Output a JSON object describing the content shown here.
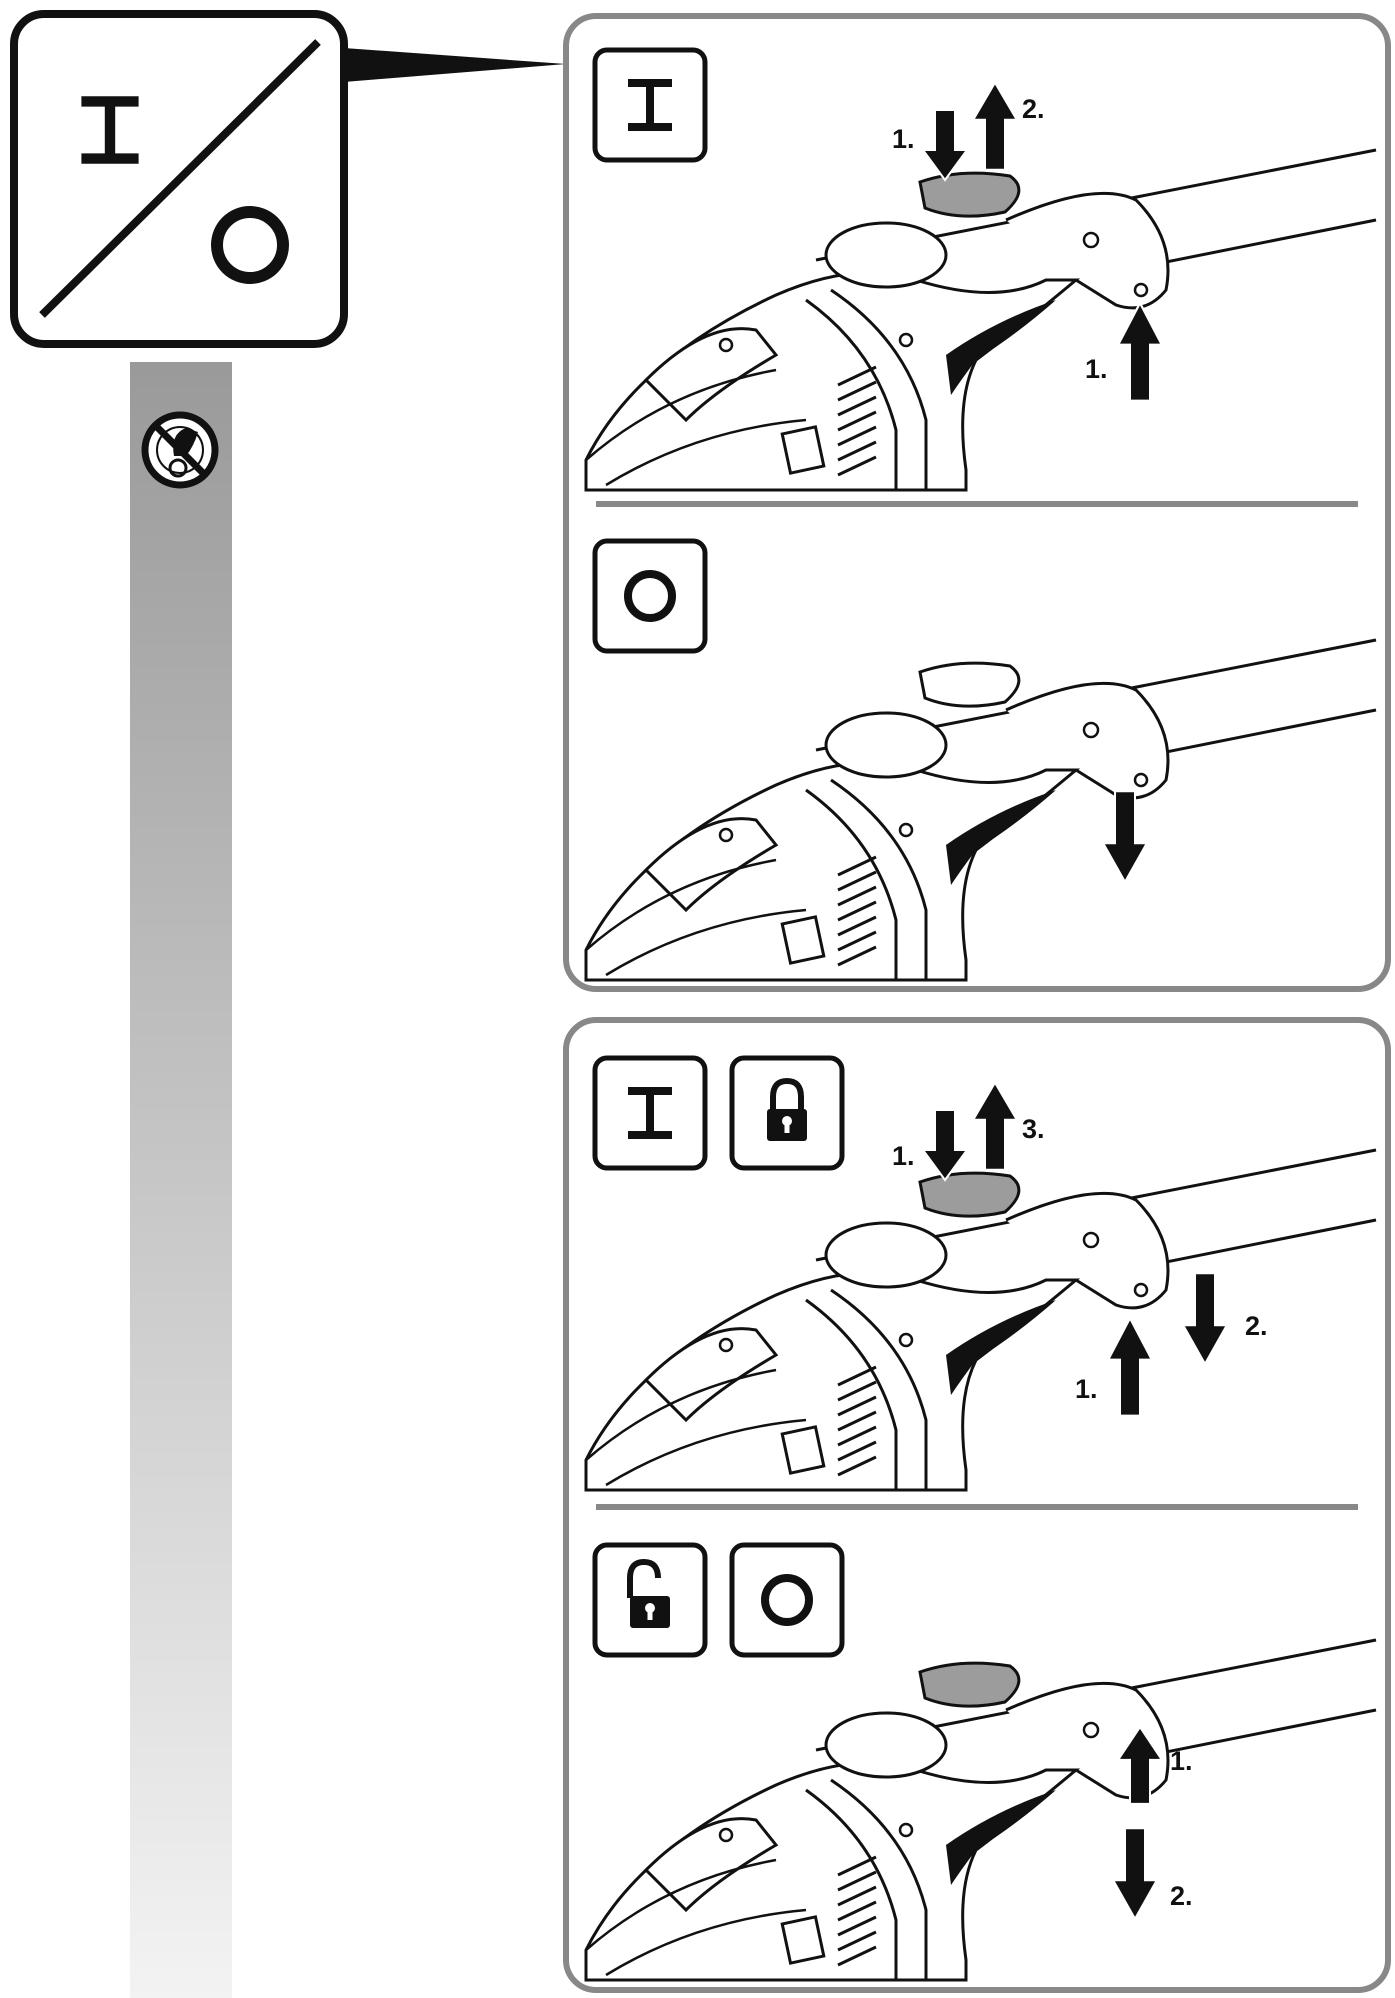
{
  "header_icon": {
    "name": "on-off-switch-icon",
    "on_glyph": "I",
    "off_glyph": "O"
  },
  "sidebar": {
    "icon": "no-hand-wheel-contact-icon",
    "gradient": [
      "#9a9a9a",
      "#f3f3f3"
    ]
  },
  "colors": {
    "frame": "#888888",
    "ink": "#111111",
    "paddle": "#9c9c9c"
  },
  "panels": [
    {
      "id": "switch-on",
      "symbols": [
        "on-icon"
      ],
      "labels": [
        "1.",
        "2.",
        "1."
      ]
    },
    {
      "id": "switch-off",
      "symbols": [
        "off-icon"
      ],
      "labels": []
    },
    {
      "id": "continuous-on-lock",
      "symbols": [
        "on-icon",
        "lock-closed-icon"
      ],
      "labels": [
        "1.",
        "3.",
        "1.",
        "2."
      ]
    },
    {
      "id": "continuous-off-unlock",
      "symbols": [
        "lock-open-icon",
        "off-icon"
      ],
      "labels": [
        "1.",
        "2."
      ]
    }
  ]
}
